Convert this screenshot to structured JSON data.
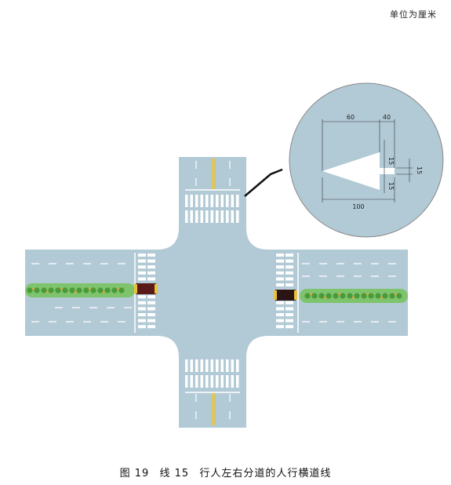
{
  "unit_note": "单位为厘米",
  "caption": {
    "figure": "图 19",
    "code": "线 15",
    "title": "行人左右分道的人行横道线"
  },
  "detail": {
    "dim_top_left": "60",
    "dim_top_right": "40",
    "dim_side_upper": "15",
    "dim_side_lower": "15",
    "dim_right_gap": "15",
    "dim_bottom": "100"
  },
  "colors": {
    "road": "#b2cad6",
    "marking": "#ffffff",
    "median_green": "#7ec46d",
    "median_tree": "#4a9a3c",
    "median_flower": "#e9a13a",
    "signal_dark": "#2a1414",
    "signal_red": "#5a1a1a",
    "signal_yellow": "#e8c23a",
    "lane_yellow": "#e8c23a",
    "detail_fill": "#b2cad6"
  }
}
